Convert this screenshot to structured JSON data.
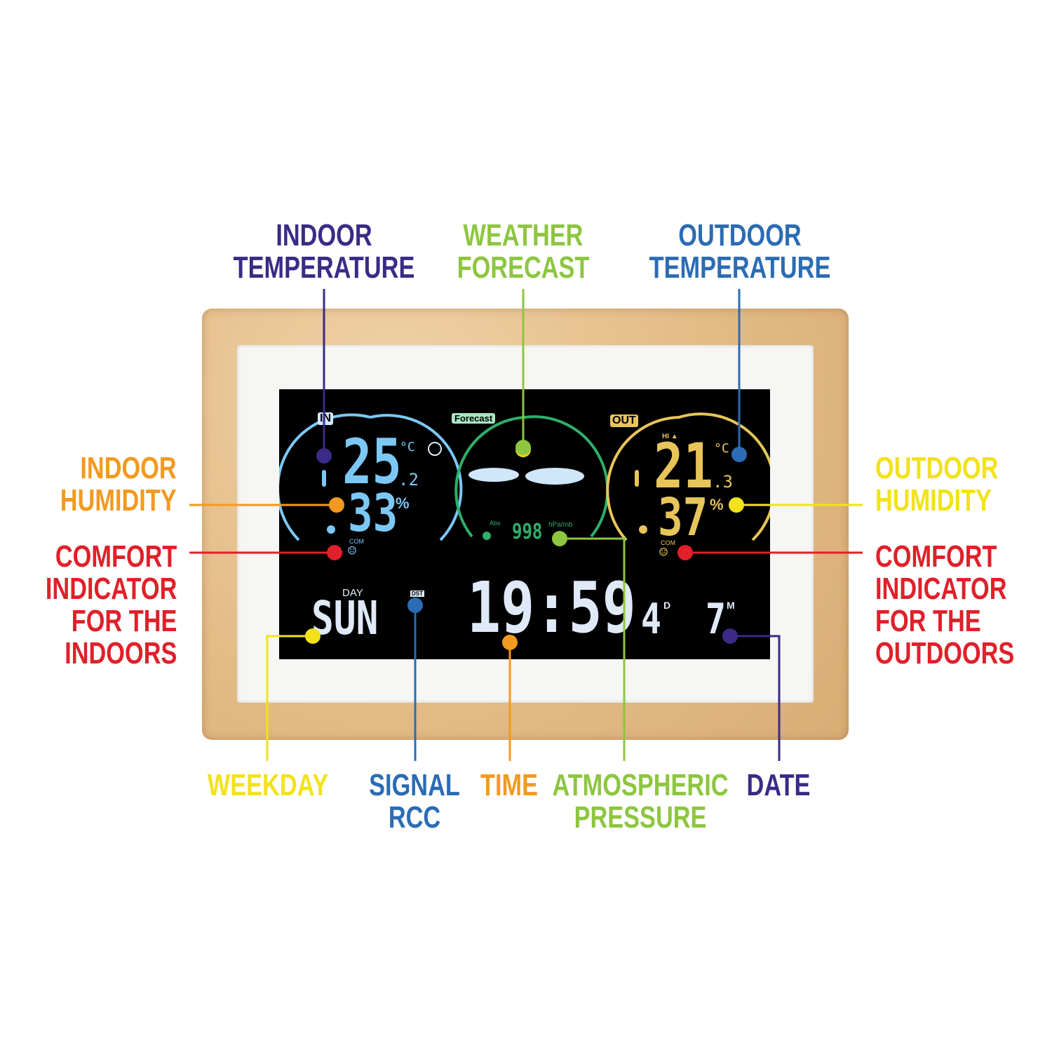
{
  "colors": {
    "purple": "#3b2a86",
    "green": "#8dc63f",
    "blue": "#2b6cb3",
    "orange": "#f29a1f",
    "red": "#e0202a",
    "yellow": "#f2e21a",
    "lcd_blue": "#7cc8f5",
    "lcd_gold": "#e7c55a",
    "lcd_green": "#2fae6a",
    "lcd_white": "#dfe9f7"
  },
  "labels": {
    "indoor_temperature": [
      "INDOOR",
      "TEMPERATURE"
    ],
    "weather_forecast": [
      "WEATHER",
      "FORECAST"
    ],
    "outdoor_temperature": [
      "OUTDOOR",
      "TEMPERATURE"
    ],
    "indoor_humidity": [
      "INDOOR",
      "HUMIDITY"
    ],
    "comfort_indoors": [
      "COMFORT",
      "INDICATOR",
      "FOR THE",
      "INDOORS"
    ],
    "outdoor_humidity": [
      "OUTDOOR",
      "HUMIDITY"
    ],
    "comfort_outdoors": [
      "COMFORT",
      "INDICATOR",
      "FOR THE",
      "OUTDOORS"
    ],
    "weekday": [
      "WEEKDAY"
    ],
    "signal": [
      "SIGNAL",
      "RCC"
    ],
    "time": [
      "TIME"
    ],
    "pressure": [
      "ATMOSPHERIC",
      "PRESSURE"
    ],
    "date": [
      "DATE"
    ]
  },
  "display": {
    "indoor": {
      "tag": "IN",
      "temp": "25",
      "temp_dec": ".2",
      "temp_unit": "°C",
      "humidity": "33",
      "humidity_unit": "%",
      "com": "COM",
      "face": "☺"
    },
    "forecast": {
      "tag": "Forecast",
      "abs": "Abs",
      "pressure": "998",
      "pressure_unit": "hPa/mb"
    },
    "outdoor": {
      "tag": "OUT",
      "hi": "HI ▲",
      "temp": "21",
      "temp_dec": ".3",
      "temp_unit": "°C",
      "humidity": "37",
      "humidity_unit": "%",
      "com": "COM",
      "face": "☺"
    },
    "day_label": "DAY",
    "weekday": "SUN",
    "dst": "DST",
    "time": "19:59",
    "day": "4",
    "day_sup": "D",
    "month": "7",
    "month_sup": "M"
  }
}
